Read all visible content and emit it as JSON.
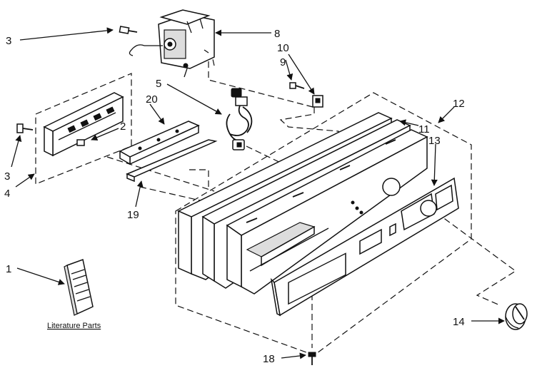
{
  "labels": {
    "l1": "1",
    "l2": "2",
    "l3a": "3",
    "l3b": "3",
    "l4": "4",
    "l5": "5",
    "l8": "8",
    "l9": "9",
    "l10": "10",
    "l11": "11",
    "l12": "12",
    "l13": "13",
    "l14": "14",
    "l18": "18",
    "l19": "19",
    "l20": "20"
  },
  "literature_caption": "Literature Parts"
}
